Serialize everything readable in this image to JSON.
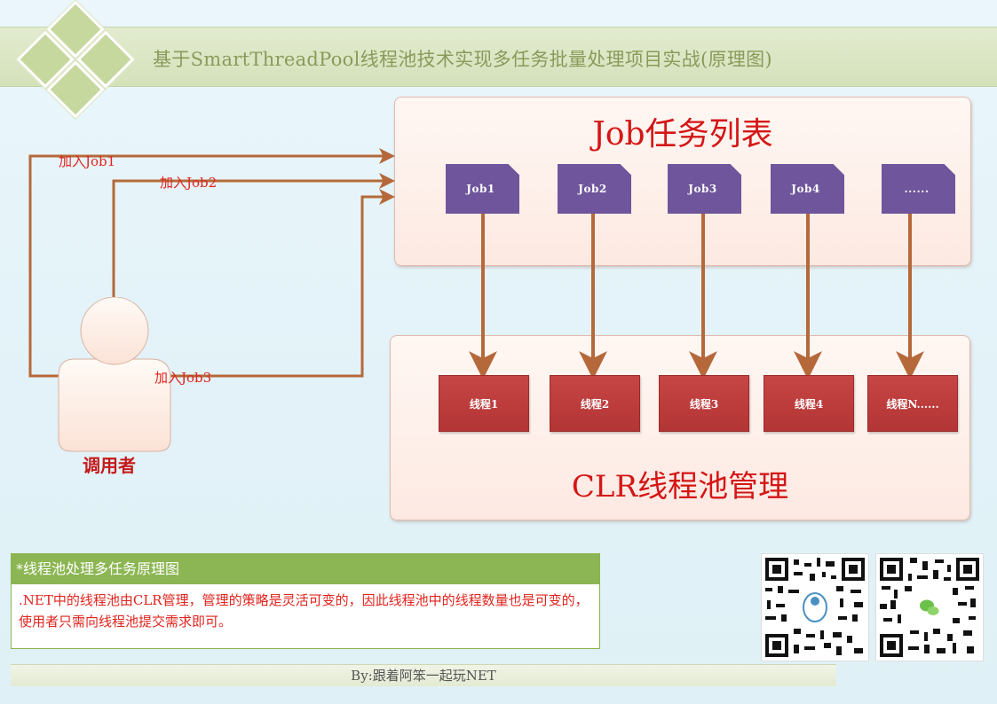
{
  "header": {
    "title": "基于SmartThreadPool线程池技术实现多任务批量处理项目实战(原理图)"
  },
  "job_panel": {
    "title": "Job任务列表",
    "jobs": [
      "Job1",
      "Job2",
      "Job3",
      "Job4",
      "......"
    ]
  },
  "clr_panel": {
    "title": "CLR线程池管理",
    "threads": [
      "线程1",
      "线程2",
      "线程3",
      "线程4",
      "线程N......"
    ]
  },
  "caller": {
    "label": "调用者",
    "actions": [
      "加入Job1",
      "加入Job2",
      "加入Job3"
    ]
  },
  "note": {
    "heading": "*线程池处理多任务原理图",
    "body": ".NET中的线程池由CLR管理，管理的策略是灵活可变的，因此线程池中的线程数量也是可变的，使用者只需向线程池提交需求即可。"
  },
  "footer": {
    "text": "By:跟着阿笨一起玩NET"
  },
  "qr_codes": [
    {
      "icon": "qq-penguin-icon"
    },
    {
      "icon": "wechat-icon"
    }
  ],
  "colors": {
    "job": "#6f559b",
    "thread": "#b93a3a",
    "arrow": "#b5693a",
    "accent_red": "#d41616",
    "note_green": "#8cb653"
  }
}
